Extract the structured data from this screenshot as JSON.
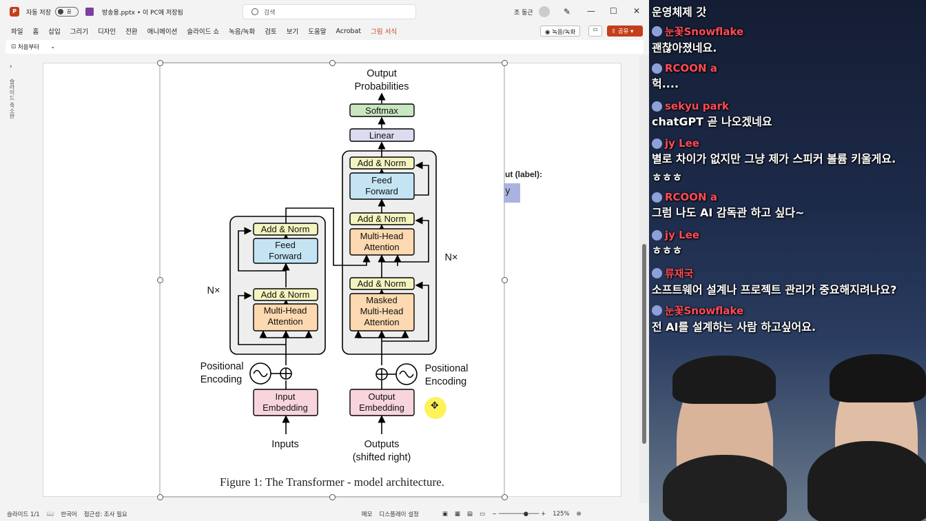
{
  "titlebar": {
    "autosave": "자동 저장",
    "toggle": "끔",
    "filename": "방송용.pptx • 이 PC에 저장됨",
    "search_placeholder": "검색",
    "user": "조 동근"
  },
  "ribbon": {
    "tabs": [
      "파일",
      "홈",
      "삽입",
      "그리기",
      "디자인",
      "전환",
      "애니메이션",
      "슬라이드 쇼",
      "녹음/녹화",
      "검토",
      "보기",
      "도움말",
      "Acrobat",
      "그림 서식"
    ],
    "record": "녹음/녹화",
    "share": "공유"
  },
  "quickbar": {
    "from_start": "처음부터"
  },
  "leftpanel": {
    "label": "슬라이드 축소판"
  },
  "slide": {
    "label_fragment": "ut (label):",
    "label_box": "y",
    "caption": "Figure 1: The Transformer - model architecture.",
    "diagram": {
      "output_probabilities": [
        "Output",
        "Probabilities"
      ],
      "softmax": "Softmax",
      "linear": "Linear",
      "add_norm": "Add & Norm",
      "feed_forward": [
        "Feed",
        "Forward"
      ],
      "multi_head": [
        "Multi-Head",
        "Attention"
      ],
      "masked_multi_head": [
        "Masked",
        "Multi-Head",
        "Attention"
      ],
      "nx": "N×",
      "positional_encoding": [
        "Positional",
        "Encoding"
      ],
      "input_embedding": [
        "Input",
        "Embedding"
      ],
      "output_embedding": [
        "Output",
        "Embedding"
      ],
      "inputs": "Inputs",
      "outputs": [
        "Outputs",
        "(shifted right)"
      ]
    }
  },
  "statusbar": {
    "slide": "슬라이드 1/1",
    "lang": "한국어",
    "access": "접근성: 조사 필요",
    "notes": "메모",
    "display": "디스플레이 설정",
    "zoom": "125%"
  },
  "chat": [
    {
      "nick": "",
      "msg": "운영체제 갓"
    },
    {
      "nick": "눈꽃Snowflake",
      "msg": "괜찮아졌네요."
    },
    {
      "nick": "RCOON a",
      "msg": "헉...."
    },
    {
      "nick": "sekyu park",
      "msg": "chatGPT 곧 나오겠네요"
    },
    {
      "nick": "jy Lee",
      "msg": "별로 차이가 없지만 그냥 제가 스피커 볼륨 키울게요."
    },
    {
      "nick": "",
      "msg": "ㅎㅎㅎ"
    },
    {
      "nick": "RCOON a",
      "msg": "그럼 나도 AI 감독관 하고 싶다~"
    },
    {
      "nick": "jy Lee",
      "msg": "ㅎㅎㅎ"
    },
    {
      "nick": "류재국",
      "msg": "소프트웨어 설계나 프로젝트 관리가 중요해지려나요?"
    },
    {
      "nick": "눈꽃Snowflake",
      "msg": "전 AI를 설계하는 사람 하고싶어요."
    }
  ]
}
